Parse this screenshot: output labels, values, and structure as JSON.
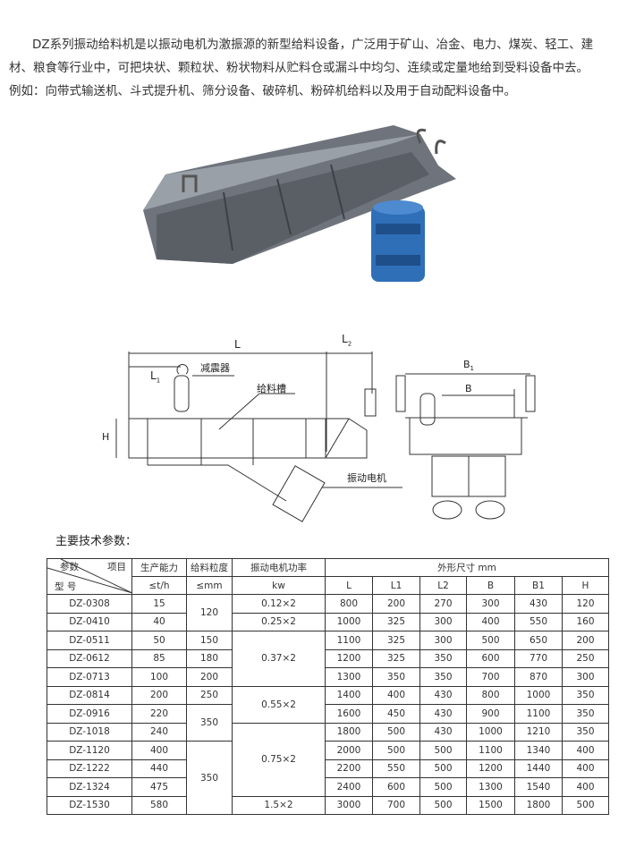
{
  "intro": {
    "lines": [
      "DZ系列振动给料机是以振动电机为激振源的新型给料设备，广泛用于矿山、冶金、电力、煤炭、轻工、建",
      "材、粮食等行业中，可把块状、颗粒状、粉状物料从贮料仓或漏斗中均匀、连续或定量地给到受料设备中去。",
      "例如：向带式输送机、斗式提升机、筛分设备、破碎机、粉碎机给料以及用于自动配料设备中。"
    ]
  },
  "diagram": {
    "L": "L",
    "L1": "L",
    "L1_sub": "1",
    "L2": "L",
    "L2_sub": "2",
    "H": "H",
    "damper": "减震器",
    "trough": "给料槽",
    "motor": "振动电机",
    "B": "B",
    "B1": "B",
    "B1_sub": "1"
  },
  "colors": {
    "machine_body": "#6f747c",
    "motor": "#2f6fb8"
  },
  "heading": "主要技术参数：",
  "table": {
    "corner": {
      "item": "项目",
      "param": "参数",
      "model": "型 号"
    },
    "headers": {
      "capacity": "生产能力",
      "capacity_unit": "≤t/h",
      "size": "给料粒度",
      "size_unit": "≤mm",
      "power": "振动电机功率",
      "power_unit": "kw",
      "dims": "外形尺寸 mm",
      "dim_cols": [
        "L",
        "L1",
        "L2",
        "B",
        "B1",
        "H"
      ]
    },
    "rows": [
      {
        "model": "DZ-0308",
        "capacity": "15",
        "dims": [
          "800",
          "200",
          "270",
          "300",
          "430",
          "120"
        ]
      },
      {
        "model": "DZ-0410",
        "capacity": "40",
        "dims": [
          "1000",
          "325",
          "300",
          "400",
          "550",
          "160"
        ]
      },
      {
        "model": "DZ-0511",
        "capacity": "50",
        "dims": [
          "1100",
          "325",
          "300",
          "500",
          "650",
          "200"
        ]
      },
      {
        "model": "DZ-0612",
        "capacity": "85",
        "dims": [
          "1200",
          "325",
          "350",
          "600",
          "770",
          "250"
        ]
      },
      {
        "model": "DZ-0713",
        "capacity": "100",
        "dims": [
          "1300",
          "350",
          "350",
          "700",
          "870",
          "300"
        ]
      },
      {
        "model": "DZ-0814",
        "capacity": "200",
        "dims": [
          "1400",
          "400",
          "430",
          "800",
          "1000",
          "350"
        ]
      },
      {
        "model": "DZ-0916",
        "capacity": "220",
        "dims": [
          "1600",
          "450",
          "430",
          "900",
          "1100",
          "350"
        ]
      },
      {
        "model": "DZ-1018",
        "capacity": "240",
        "dims": [
          "1800",
          "500",
          "430",
          "1000",
          "1210",
          "350"
        ]
      },
      {
        "model": "DZ-1120",
        "capacity": "400",
        "dims": [
          "2000",
          "500",
          "500",
          "1100",
          "1340",
          "400"
        ]
      },
      {
        "model": "DZ-1222",
        "capacity": "440",
        "dims": [
          "2200",
          "550",
          "500",
          "1200",
          "1440",
          "400"
        ]
      },
      {
        "model": "DZ-1324",
        "capacity": "475",
        "dims": [
          "2400",
          "600",
          "500",
          "1300",
          "1540",
          "400"
        ]
      },
      {
        "model": "DZ-1530",
        "capacity": "580",
        "dims": [
          "3000",
          "700",
          "500",
          "1500",
          "1800",
          "500"
        ]
      }
    ],
    "size_groups": [
      "120",
      "150",
      "180",
      "200",
      "250",
      "350",
      "350"
    ],
    "power_groups": [
      "0.12×2",
      "0.25×2",
      "0.37×2",
      "0.55×2",
      "0.75×2",
      "1.5×2"
    ]
  }
}
